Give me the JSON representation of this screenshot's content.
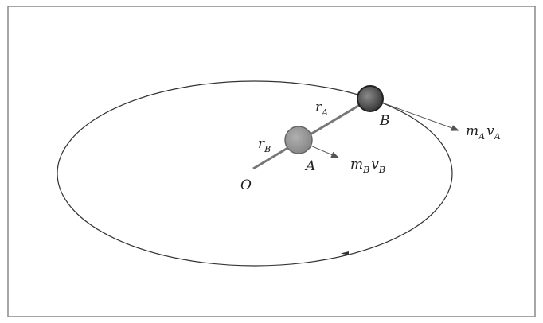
{
  "labels": {
    "origin": "O",
    "point_a": "A",
    "point_b": "B",
    "r_a_main": "r",
    "r_a_sub": "A",
    "r_b_main": "r",
    "r_b_sub": "B",
    "mv_a_m": "m",
    "mv_a_m_sub": "A",
    "mv_a_v": "v",
    "mv_a_v_sub": "A",
    "mv_b_m": "m",
    "mv_b_m_sub": "B",
    "mv_b_v": "v",
    "mv_b_v_sub": "B"
  },
  "colors": {
    "frame": "#888888",
    "orbit": "#333333",
    "rod": "#777777",
    "ball_a": "#9a9a9a",
    "ball_b": "#6a6a6a",
    "arrow": "#555555",
    "text": "#222222"
  }
}
